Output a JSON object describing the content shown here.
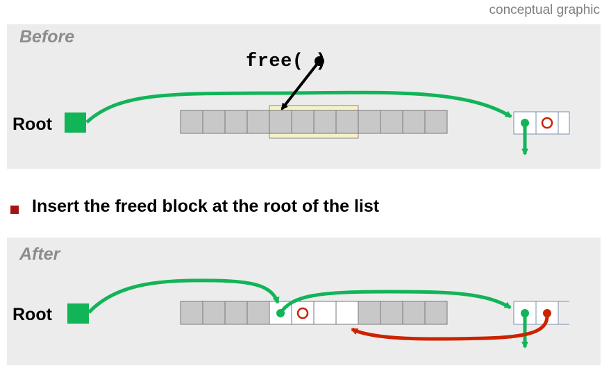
{
  "corner_tag": "conceptual graphic",
  "before": {
    "title": "Before",
    "root_label": "Root",
    "free_call": "free( )"
  },
  "bullet": "Insert the freed block at the root of the list",
  "after": {
    "title": "After",
    "root_label": "Root"
  },
  "colors": {
    "panel_bg": "#ececec",
    "cell_fill": "#c8c8c8",
    "highlight_fill": "#f7f1c6",
    "green": "#12b458",
    "red": "#cc2200",
    "title_gray": "#8c8c8c",
    "bullet_red": "#a31515"
  }
}
